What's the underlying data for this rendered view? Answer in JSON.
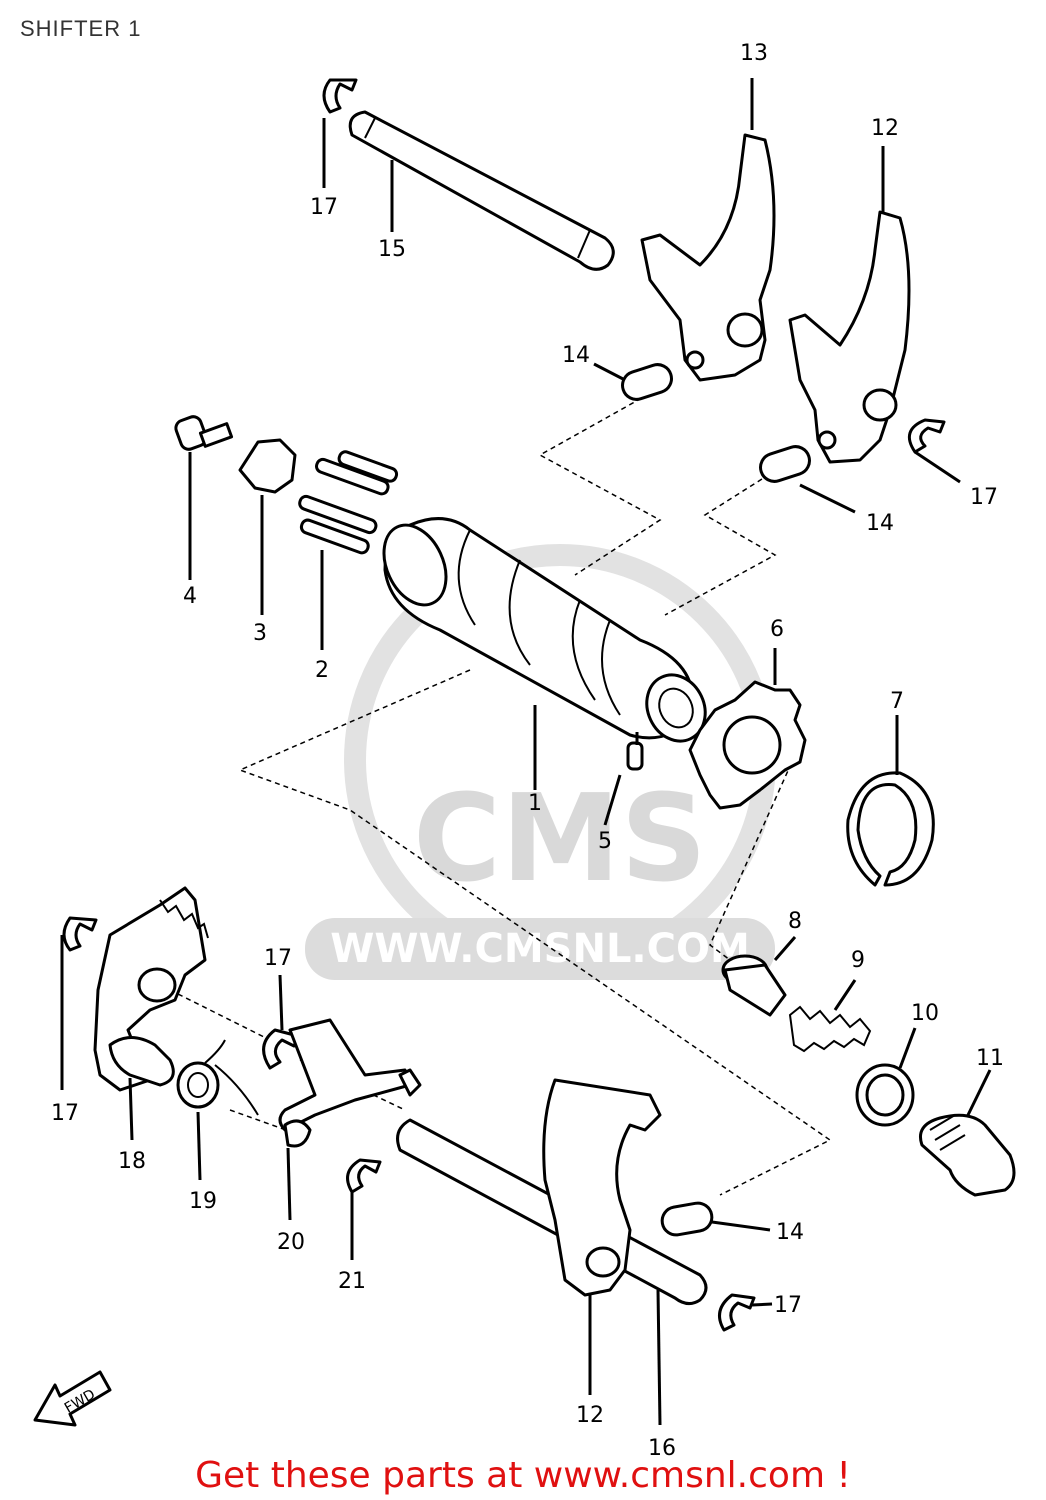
{
  "title": "SHIFTER 1",
  "watermark": {
    "brand": "CMS",
    "url": "WWW.CMSNL.COM"
  },
  "fwd_label": "FWD",
  "footer": "Get these parts at www.cmsnl.com !",
  "callouts": {
    "c1": "1",
    "c2": "2",
    "c3": "3",
    "c4": "4",
    "c5": "5",
    "c6": "6",
    "c7": "7",
    "c8": "8",
    "c9": "9",
    "c10": "10",
    "c11": "11",
    "c12a": "12",
    "c12b": "12",
    "c13": "13",
    "c14a": "14",
    "c14b": "14",
    "c14c": "14",
    "c15": "15",
    "c16": "16",
    "c17a": "17",
    "c17b": "17",
    "c17c": "17",
    "c17d": "17",
    "c17e": "17",
    "c18": "18",
    "c19": "19",
    "c20": "20",
    "c21": "21"
  },
  "colors": {
    "footer": "#e01010",
    "watermark": "#d9d9d9",
    "line": "#000000"
  }
}
